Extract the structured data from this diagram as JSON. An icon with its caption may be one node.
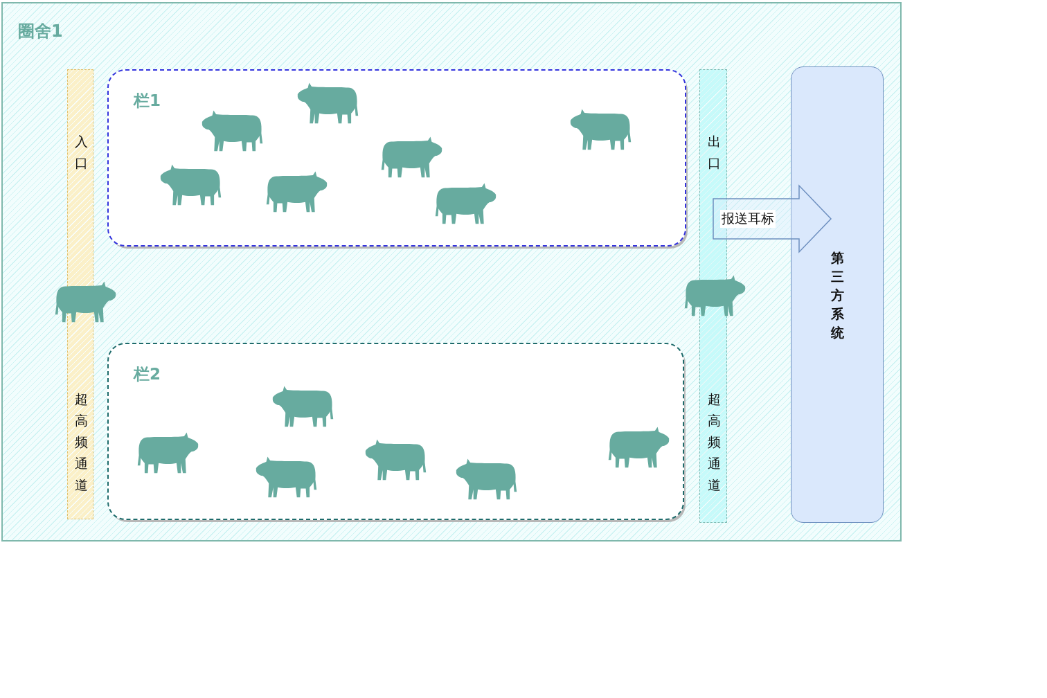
{
  "diagram": {
    "nodes": [
      {
        "text": [
          "圈舍1"
        ]
      },
      {
        "text": [
          "入口",
          "超高频通道"
        ],
        "in": 0
      },
      {
        "text": [
          "栏1"
        ],
        "in": 0
      },
      {
        "text": [
          "栏2"
        ],
        "in": 0
      },
      {
        "text": [
          "出口",
          "超高频通道"
        ],
        "in": 0
      },
      {
        "text": [
          "第三方系统"
        ],
        "in": 0
      }
    ],
    "edges": [
      {
        "from": 4,
        "to": 5,
        "arrow": "to",
        "label": "报送耳标"
      }
    ]
  }
}
